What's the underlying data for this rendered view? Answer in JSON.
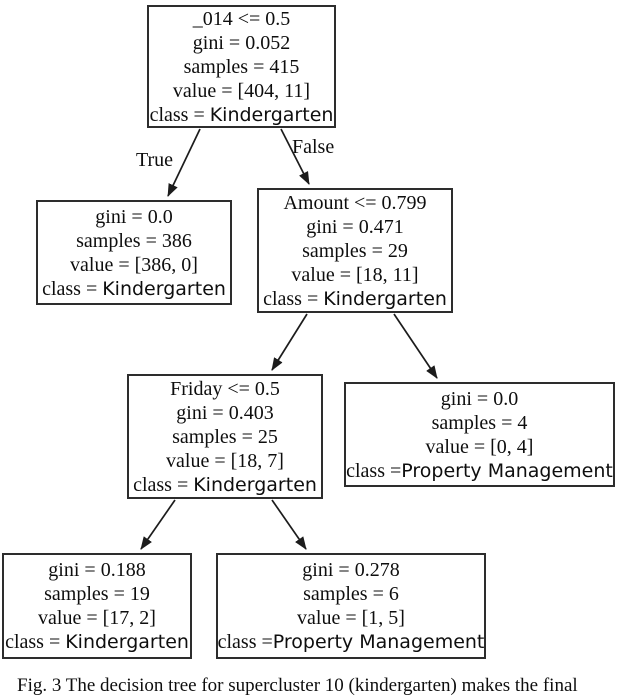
{
  "figure": {
    "caption": "Fig. 3 The decision tree for supercluster 10 (kindergarten) makes the final"
  },
  "edge_labels": {
    "true": "True",
    "false": "False"
  },
  "tree": {
    "type": "decision-tree",
    "classes": [
      "Kindergarten",
      "Property Management"
    ],
    "nodes": {
      "root": {
        "condition": "_014 <= 0.5",
        "gini": "gini = 0.052",
        "samples": "samples = 415",
        "value": "value = [404, 11]",
        "class_prefix": "class = ",
        "class_name": "Kindergarten"
      },
      "left_leaf": {
        "gini": "gini = 0.0",
        "samples": "samples = 386",
        "value": "value = [386, 0]",
        "class_prefix": "class = ",
        "class_name": "Kindergarten"
      },
      "amount": {
        "condition": "Amount <= 0.799",
        "gini": "gini = 0.471",
        "samples": "samples = 29",
        "value": "value = [18, 11]",
        "class_prefix": "class = ",
        "class_name": "Kindergarten"
      },
      "friday": {
        "condition": "Friday <= 0.5",
        "gini": "gini = 0.403",
        "samples": "samples = 25",
        "value": "value = [18, 7]",
        "class_prefix": "class = ",
        "class_name": "Kindergarten"
      },
      "leaf_samples4": {
        "gini": "gini = 0.0",
        "samples": "samples = 4",
        "value": "value = [0, 4]",
        "class_prefix": "class =",
        "class_name": "Property Management"
      },
      "leaf_samples19": {
        "gini": "gini = 0.188",
        "samples": "samples = 19",
        "value": "value = [17, 2]",
        "class_prefix": "class = ",
        "class_name": "Kindergarten"
      },
      "leaf_samples6": {
        "gini": "gini = 0.278",
        "samples": "samples = 6",
        "value": "value = [1, 5]",
        "class_prefix": "class =",
        "class_name": "Property Management"
      }
    }
  }
}
